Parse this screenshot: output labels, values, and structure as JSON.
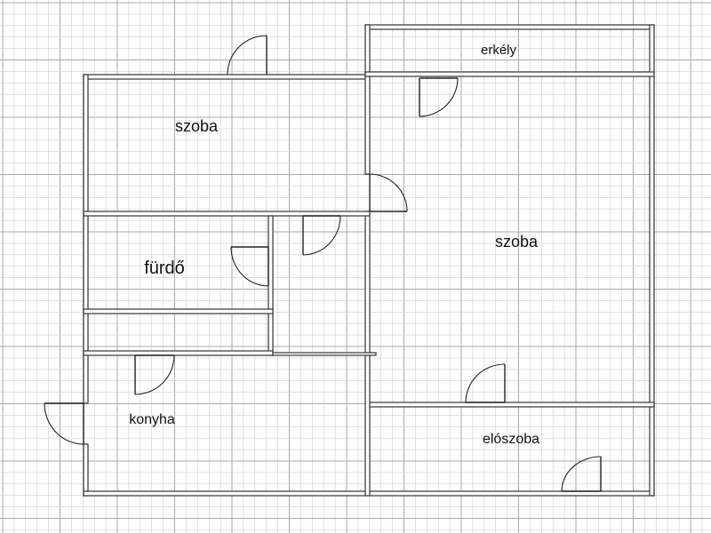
{
  "colors": {
    "background": "#ffffff",
    "grid_minor": "#cfcfcf",
    "grid_major": "#a9a9a9",
    "wall": "#333333",
    "text": "#111111"
  },
  "rooms": {
    "erkely": {
      "label": "erkély"
    },
    "szoba_top_left": {
      "label": "szoba"
    },
    "szoba_large": {
      "label": "szoba"
    },
    "furdo": {
      "label": "fürdő"
    },
    "konyha": {
      "label": "konyha"
    },
    "eloszoba": {
      "label": "elószoba"
    }
  }
}
